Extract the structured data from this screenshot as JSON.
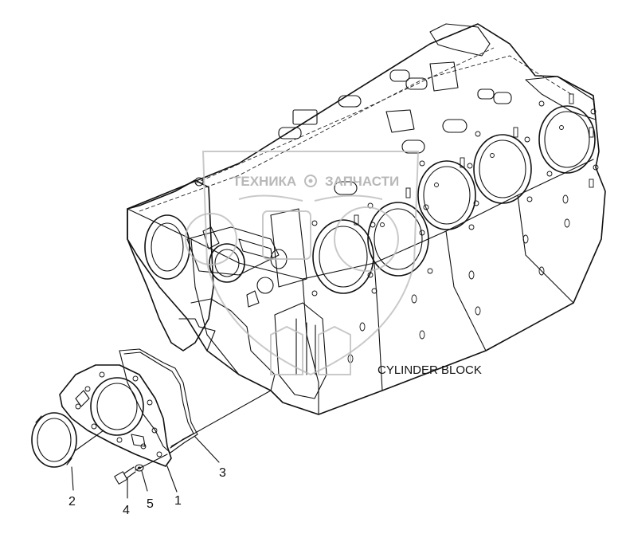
{
  "watermark": {
    "left_word": "ТЕХНИКА",
    "right_word": "ЗАПЧАСТИ"
  },
  "labels": {
    "block": "CYLINDER BLOCK"
  },
  "callouts": [
    {
      "id": "c1",
      "text": "1"
    },
    {
      "id": "c2",
      "text": "2"
    },
    {
      "id": "c3",
      "text": "3"
    },
    {
      "id": "c4",
      "text": "4"
    },
    {
      "id": "c5",
      "text": "5"
    }
  ]
}
